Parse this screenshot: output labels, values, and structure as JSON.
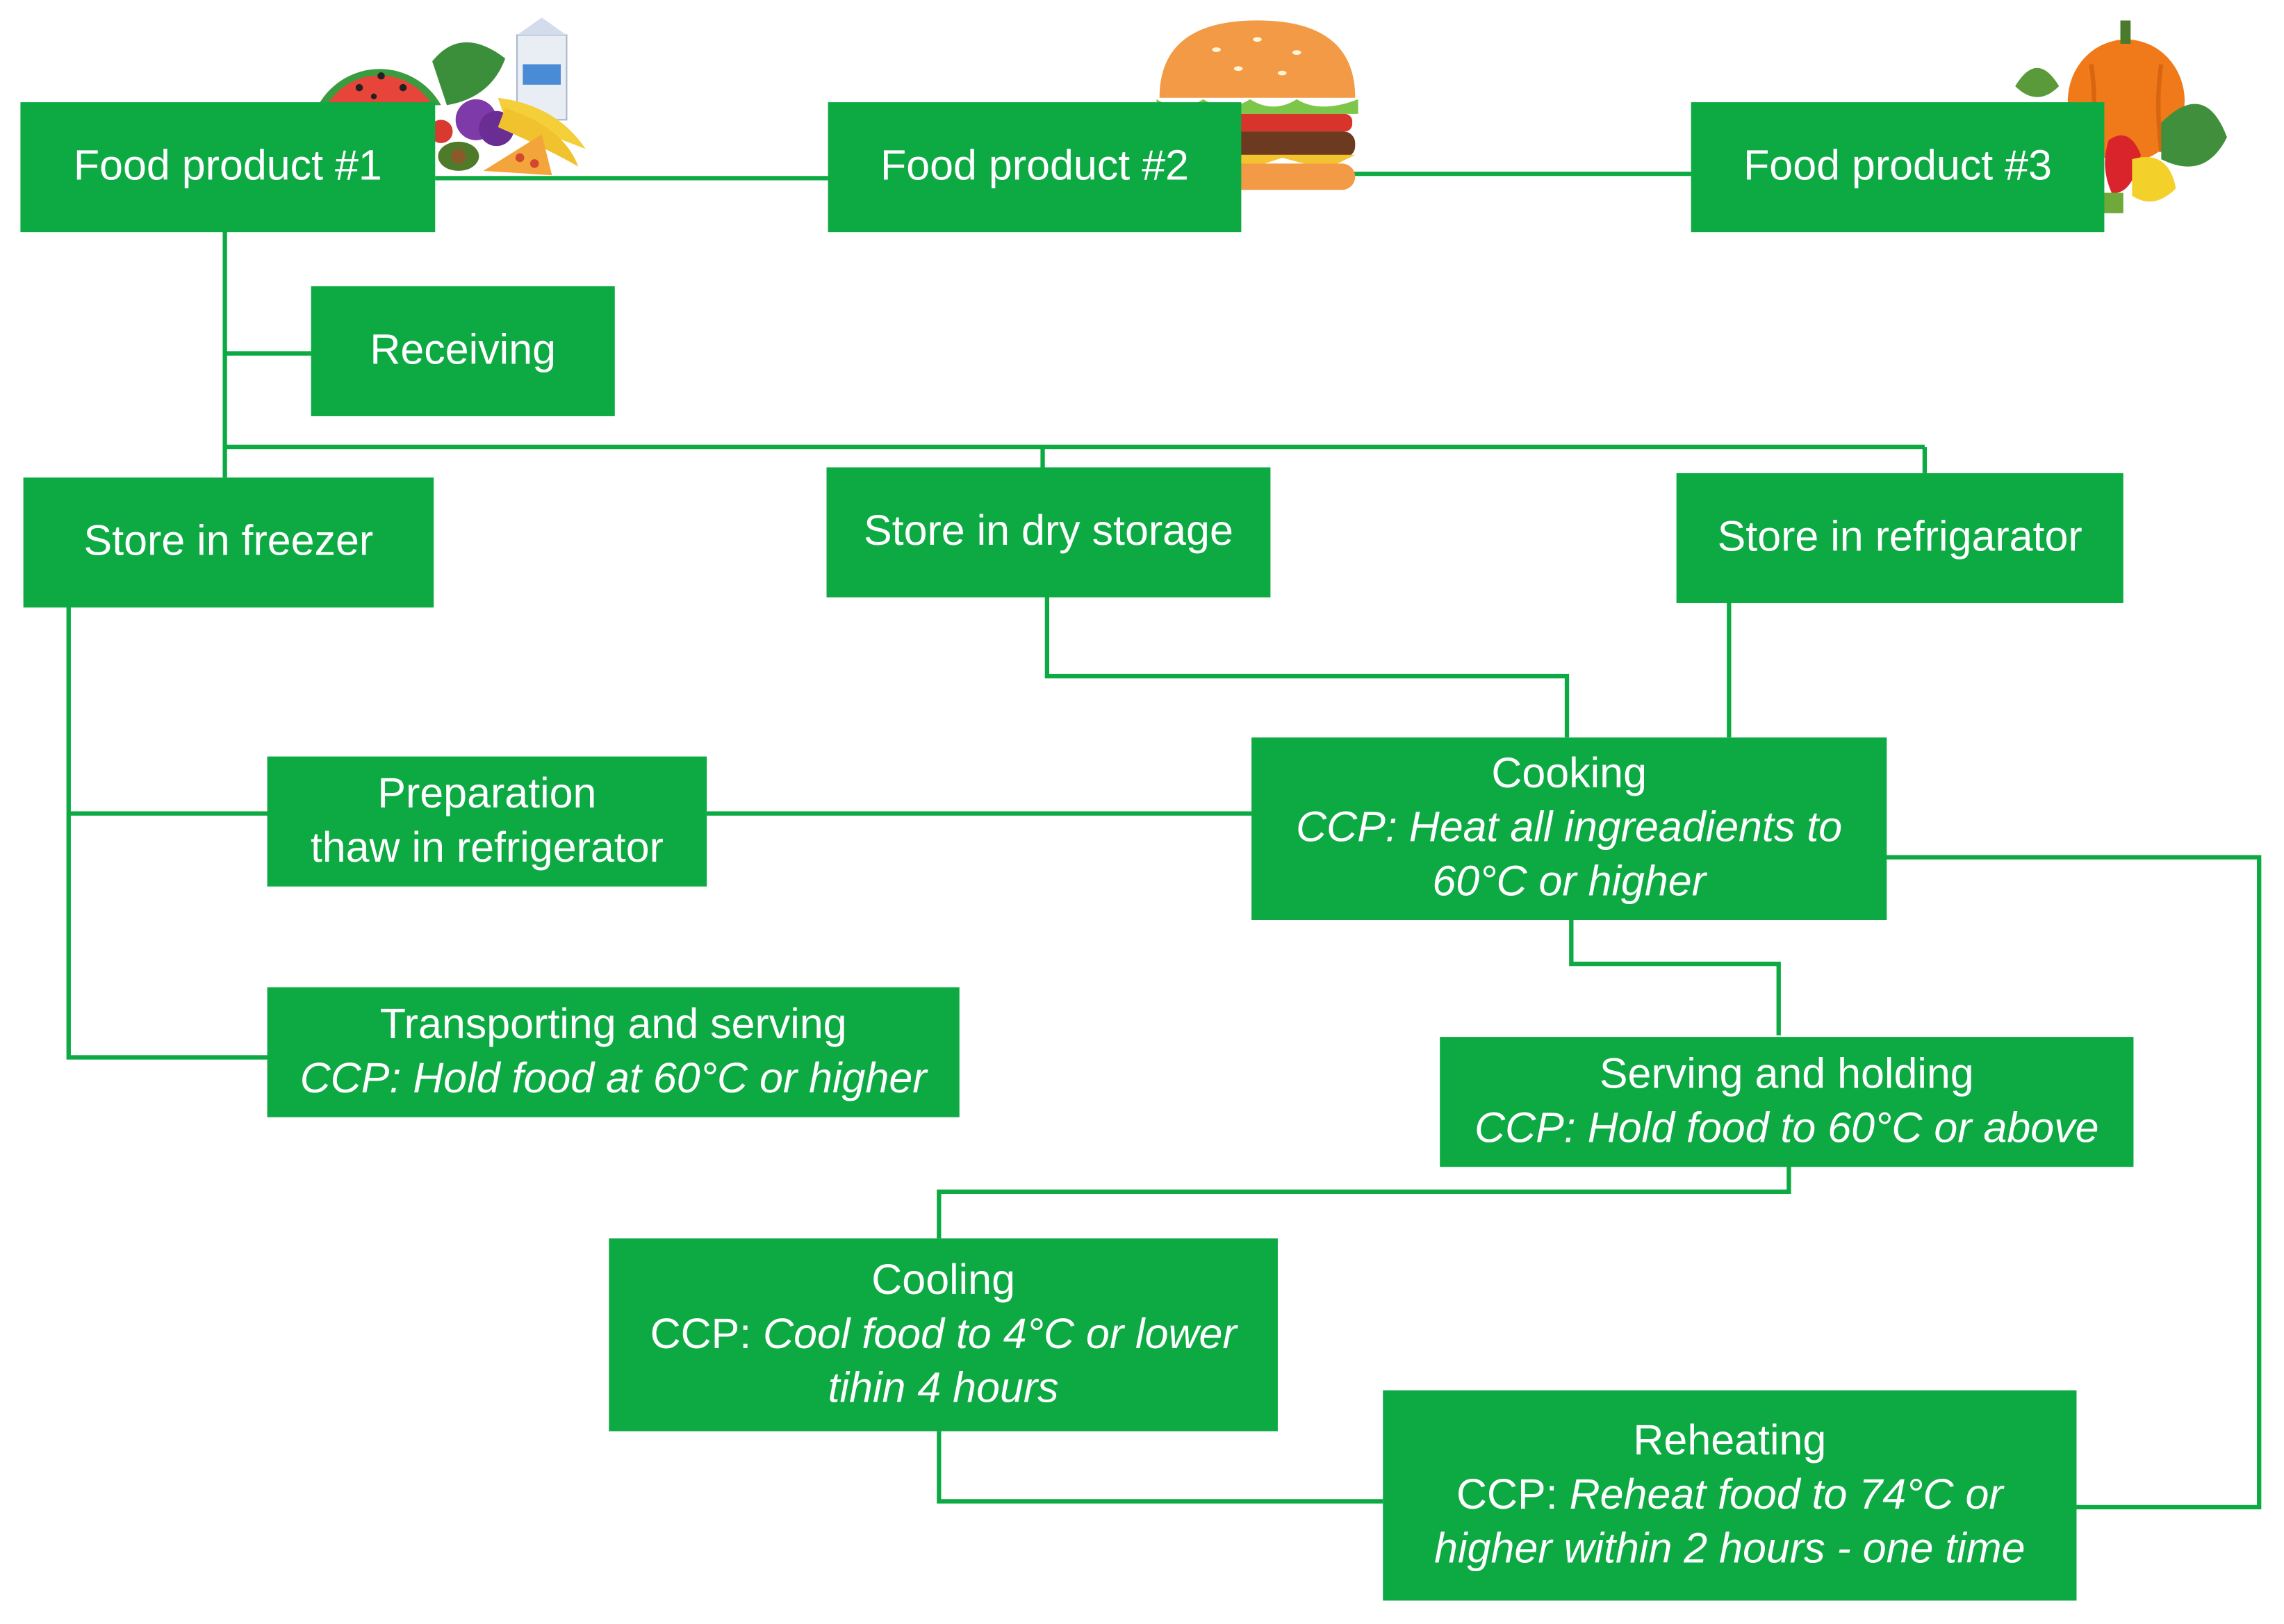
{
  "palette": {
    "box": "#0daa43",
    "line": "#0daa43",
    "text": "#ffffff"
  },
  "products": {
    "p1": "Food product #1",
    "p2": "Food product #2",
    "p3": "Food product #3"
  },
  "steps": {
    "receiving": "Receiving",
    "freezer": "Store in freezer",
    "dry": "Store in dry storage",
    "fridge": "Store in refrigarator",
    "prep": {
      "title": "Preparation",
      "detail": "thaw in refrigerator"
    },
    "transport": {
      "title": "Transporting and serving",
      "ccp": "CCP: Hold food at 60°C or higher"
    },
    "cooking": {
      "title": "Cooking",
      "ccp_1": "CCP: Heat all ingreadients to",
      "ccp_2": "60°C or higher"
    },
    "serving": {
      "title": "Serving and holding",
      "ccp": "CCP: Hold food to 60°C or above"
    },
    "cooling": {
      "title": "Cooling",
      "ccp_prefix": "CCP: ",
      "ccp_1": "Cool food to 4°C or lower",
      "ccp_2": "tihin 4 hours"
    },
    "reheating": {
      "title": "Reheating",
      "ccp_prefix": "CCP: ",
      "ccp_1": "Reheat food to 74°C or",
      "ccp_2": "higher within 2 hours - one time"
    }
  },
  "illustrations": [
    "fruit-vegetable-icon",
    "burger-icon",
    "vegetable-basket-icon"
  ]
}
